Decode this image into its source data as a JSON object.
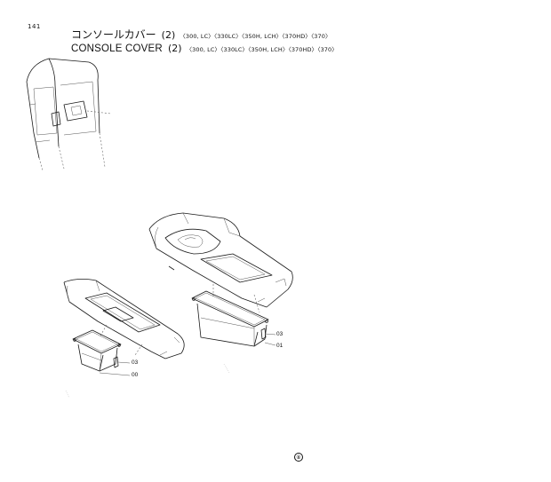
{
  "page": {
    "number": "141"
  },
  "title": {
    "japanese": "コンソールカバー",
    "english": "CONSOLE COVER",
    "quantity": "(2)",
    "models_ja": "〈300, LC〉〈330LC〉〈350H, LCH〉〈370HD〉〈370〉",
    "models_en": "〈300, LC〉〈330LC〉〈350H, LCH〉〈370HD〉〈370〉"
  },
  "callouts": {
    "right_bolt": "03",
    "right_cover": "01",
    "left_bolt": "03",
    "left_cover": "00"
  },
  "figure_mark": "⑧"
}
